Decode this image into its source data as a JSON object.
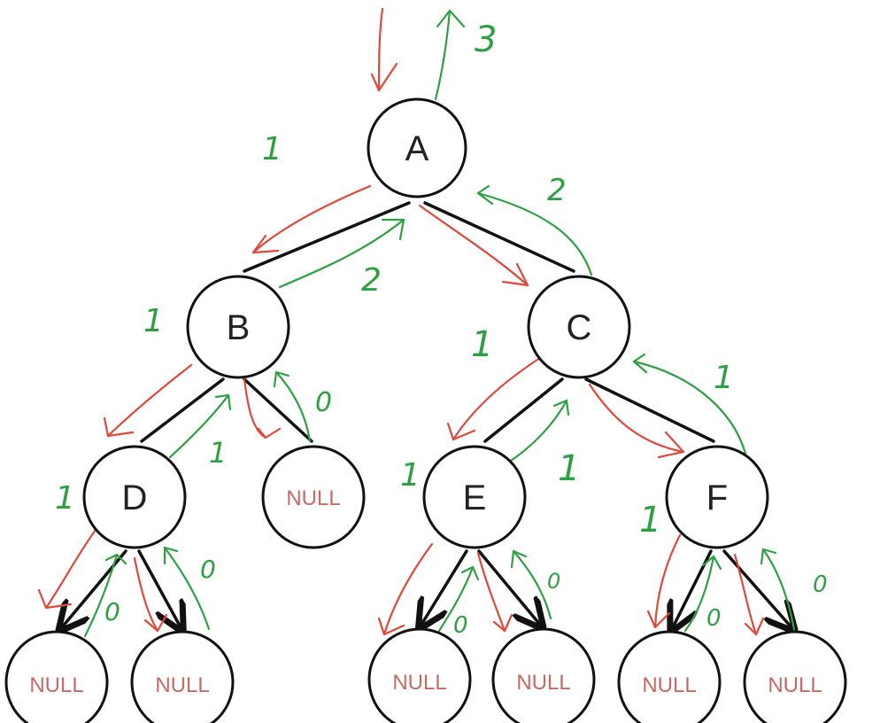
{
  "nodes": {
    "A": "A",
    "B": "B",
    "C": "C",
    "D": "D",
    "E": "E",
    "F": "F"
  },
  "null_label": "NULL",
  "annotations": {
    "a_top": "3",
    "a_left": "1",
    "b_to_a": "2",
    "c_to_a": "2",
    "b_left": "1",
    "b_right_null": "0",
    "c_left": "1",
    "c_from_f": "1",
    "d_left": "1",
    "d_right": "1",
    "d_null_right": "0",
    "d_null_left": "0",
    "e_left": "1",
    "e_right": "1",
    "e_null_left": "0",
    "e_null_right": "0",
    "f_left": "1",
    "f_null_left": "0",
    "f_null_right": "0"
  },
  "colors": {
    "descend": "#e0483a",
    "return": "#2ea043",
    "null_text": "#c86a64"
  }
}
